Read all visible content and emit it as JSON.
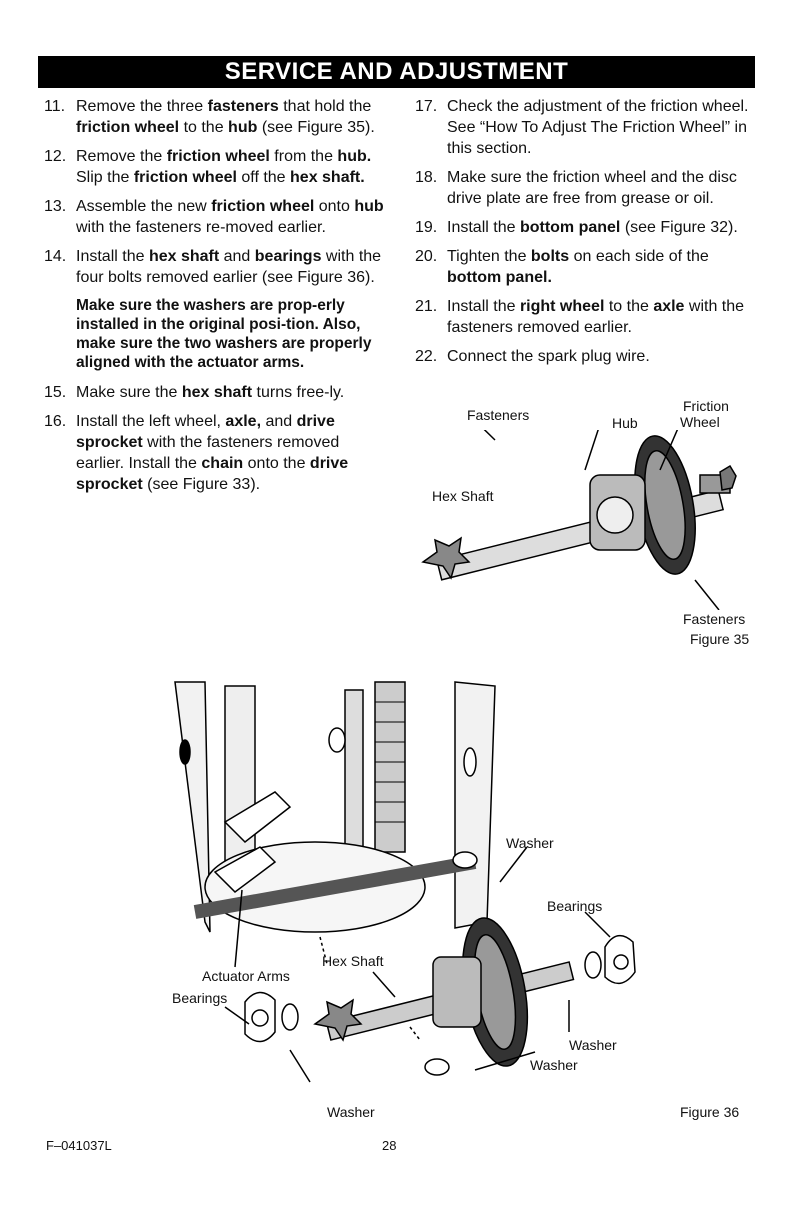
{
  "header": {
    "title": "SERVICE AND ADJUSTMENT"
  },
  "steps_left": [
    {
      "num": "11.",
      "parts": [
        [
          "Remove the three ",
          false
        ],
        [
          "fasteners",
          true
        ],
        [
          " that hold the ",
          false
        ],
        [
          "friction wheel",
          true
        ],
        [
          " to the ",
          false
        ],
        [
          "hub",
          true
        ],
        [
          " (see Figure 35).",
          false
        ]
      ]
    },
    {
      "num": "12.",
      "parts": [
        [
          "Remove the ",
          false
        ],
        [
          "friction wheel",
          true
        ],
        [
          " from the ",
          false
        ],
        [
          "hub.",
          true
        ],
        [
          " Slip the ",
          false
        ],
        [
          "friction wheel",
          true
        ],
        [
          " off the ",
          false
        ],
        [
          "hex shaft.",
          true
        ]
      ]
    },
    {
      "num": "13.",
      "parts": [
        [
          "Assemble the new ",
          false
        ],
        [
          "friction wheel",
          true
        ],
        [
          " onto ",
          false
        ],
        [
          "hub",
          true
        ],
        [
          " with the fasteners re-moved earlier.",
          false
        ]
      ]
    },
    {
      "num": "14.",
      "parts": [
        [
          "Install the ",
          false
        ],
        [
          "hex shaft",
          true
        ],
        [
          " and ",
          false
        ],
        [
          "bearings",
          true
        ],
        [
          " with the four bolts removed earlier (see Figure 36).",
          false
        ]
      ]
    }
  ],
  "warning": "Make sure the washers are prop-erly installed in the original posi-tion. Also, make sure the two washers are properly aligned with the actuator arms.",
  "steps_left2": [
    {
      "num": "15.",
      "parts": [
        [
          "Make sure the ",
          false
        ],
        [
          "hex shaft",
          true
        ],
        [
          " turns free-ly.",
          false
        ]
      ]
    },
    {
      "num": "16.",
      "parts": [
        [
          "Install the left wheel, ",
          false
        ],
        [
          "axle,",
          true
        ],
        [
          " and ",
          false
        ],
        [
          "drive sprocket",
          true
        ],
        [
          " with the fasteners removed earlier. Install the ",
          false
        ],
        [
          "chain",
          true
        ],
        [
          " onto the ",
          false
        ],
        [
          "drive sprocket",
          true
        ],
        [
          " (see Figure 33).",
          false
        ]
      ]
    }
  ],
  "steps_right": [
    {
      "num": "17.",
      "parts": [
        [
          "Check the adjustment of the friction wheel. See “How To Adjust The Friction Wheel” in this section.",
          false
        ]
      ]
    },
    {
      "num": "18.",
      "parts": [
        [
          "Make sure the friction wheel and the disc drive plate are free from grease or oil.",
          false
        ]
      ]
    },
    {
      "num": "19.",
      "parts": [
        [
          "Install the ",
          false
        ],
        [
          "bottom panel",
          true
        ],
        [
          " (see Figure 32).",
          false
        ]
      ]
    },
    {
      "num": "20.",
      "parts": [
        [
          "Tighten the ",
          false
        ],
        [
          "bolts",
          true
        ],
        [
          " on each side of the ",
          false
        ],
        [
          "bottom panel.",
          true
        ]
      ]
    },
    {
      "num": "21.",
      "parts": [
        [
          "Install the ",
          false
        ],
        [
          "right wheel",
          true
        ],
        [
          " to the ",
          false
        ],
        [
          "axle",
          true
        ],
        [
          " with the fasteners removed earlier.",
          false
        ]
      ]
    },
    {
      "num": "22.",
      "parts": [
        [
          "Connect the spark plug wire.",
          false
        ]
      ]
    }
  ],
  "figure35": {
    "labels": {
      "fasteners_top": "Fasteners",
      "hub": "Hub",
      "friction": "Friction",
      "wheel": "Wheel",
      "hex_shaft": "Hex Shaft",
      "fasteners_bottom": "Fasteners"
    },
    "caption": "Figure 35"
  },
  "figure36": {
    "labels": {
      "washer_top": "Washer",
      "bearings_right": "Bearings",
      "actuator_arms": "Actuator Arms",
      "hex_shaft": "Hex Shaft",
      "bearings_left": "Bearings",
      "washer_right": "Washer",
      "washer_mid": "Washer",
      "washer_bottom": "Washer"
    },
    "caption": "Figure 36"
  },
  "footer": {
    "code": "F–041037L",
    "page": "28"
  }
}
